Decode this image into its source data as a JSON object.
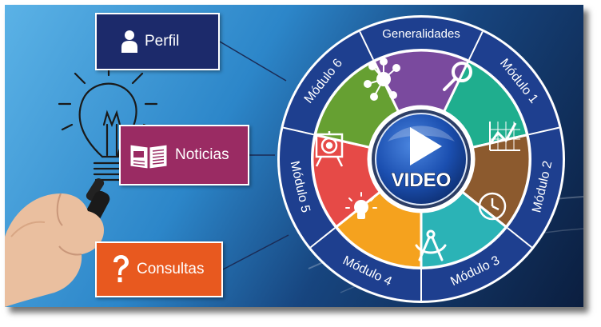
{
  "menu": {
    "perfil": {
      "label": "Perfil",
      "icon": "user-icon"
    },
    "noticias": {
      "label": "Noticias",
      "icon": "newspaper-icon"
    },
    "consultas": {
      "label": "Consultas",
      "icon": "question-icon"
    }
  },
  "wheel": {
    "center_label": "VIDEO",
    "ring_labels": [
      "Generalidades",
      "Módulo 1",
      "Módulo 2",
      "Módulo 3",
      "Módulo 4",
      "Módulo 5",
      "Módulo 6"
    ],
    "segments": [
      {
        "name": "generalidades",
        "color": "#7a4a9e",
        "icon": "network-icon"
      },
      {
        "name": "modulo-1",
        "color": "#1fae8e",
        "icon": "magnifier-icon"
      },
      {
        "name": "modulo-2",
        "color": "#8c5a2e",
        "icon": "chart-icon"
      },
      {
        "name": "modulo-3",
        "color": "#2bb3b6",
        "icon": "clock-icon"
      },
      {
        "name": "modulo-4",
        "color": "#f5a21e",
        "icon": "compass-icon"
      },
      {
        "name": "modulo-5",
        "color": "#e64a47",
        "icon": "lightbulb-icon"
      },
      {
        "name": "modulo-6",
        "color": "#66a032",
        "icon": "target-board-icon"
      }
    ]
  },
  "colors": {
    "ring": "#1e3f8f",
    "center": "#1b4fb0",
    "perfil": "#1c2a6b",
    "noticias": "#9a2b63",
    "consultas": "#e8591f"
  }
}
